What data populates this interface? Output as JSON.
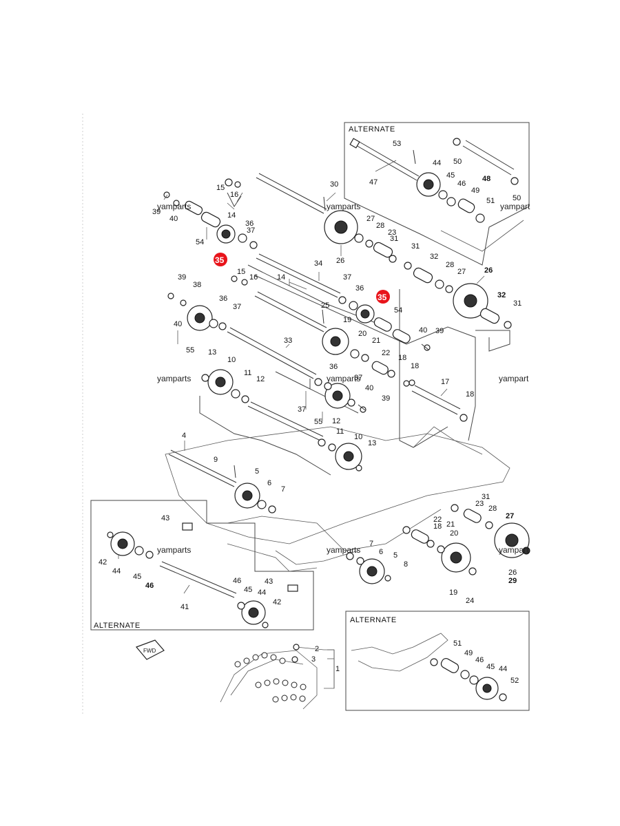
{
  "alternate_label": "ALTERNATE",
  "watermark": "yamparts",
  "watermark_edge": "yampart",
  "fwd_label": "FWD",
  "highlight_color": "#e8141b",
  "highlighted_part": "35",
  "part_numbers": [
    "1",
    "2",
    "3",
    "4",
    "5",
    "6",
    "7",
    "8",
    "9",
    "10",
    "11",
    "12",
    "13",
    "14",
    "15",
    "16",
    "17",
    "18",
    "19",
    "20",
    "21",
    "22",
    "23",
    "24",
    "25",
    "26",
    "27",
    "28",
    "29",
    "30",
    "31",
    "32",
    "33",
    "34",
    "35",
    "36",
    "37",
    "38",
    "39",
    "40",
    "41",
    "42",
    "43",
    "44",
    "45",
    "46",
    "47",
    "48",
    "49",
    "50",
    "51",
    "52",
    "53",
    "54",
    "55"
  ]
}
